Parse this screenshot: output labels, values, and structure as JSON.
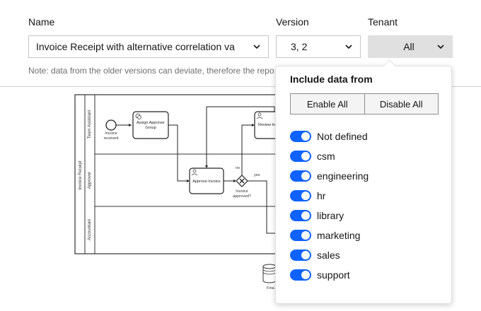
{
  "form": {
    "name_label": "Name",
    "name_value": "Invoice Receipt with alternative correlation va",
    "version_label": "Version",
    "version_value": "3, 2",
    "tenant_label": "Tenant",
    "tenant_value": "All",
    "note": "Note: data from the older versions can deviate, therefore the repo"
  },
  "diagram": {
    "pool_label": "Invoice Receipt",
    "lanes": [
      "Team Assistant",
      "Approver",
      "Accountant"
    ],
    "start_event_label": [
      "Invoice",
      "received"
    ],
    "task_assign": [
      "Assign Approver",
      "Group"
    ],
    "task_approve": "Approve Invoice",
    "task_review": "Review In",
    "gateway_label": [
      "Invoice",
      "approved?"
    ],
    "flow_no": "no",
    "flow_yes": "yes",
    "datastore_label": "Fina"
  },
  "dropdown": {
    "title": "Include data from",
    "enable_all": "Enable All",
    "disable_all": "Disable All",
    "tenants": [
      {
        "label": "Not defined",
        "enabled": true
      },
      {
        "label": "csm",
        "enabled": true
      },
      {
        "label": "engineering",
        "enabled": true
      },
      {
        "label": "hr",
        "enabled": true
      },
      {
        "label": "library",
        "enabled": true
      },
      {
        "label": "marketing",
        "enabled": true
      },
      {
        "label": "sales",
        "enabled": true
      },
      {
        "label": "support",
        "enabled": true
      }
    ]
  },
  "colors": {
    "toggle_on": "#0f62fe",
    "text": "#161616",
    "muted": "#6f6f6f"
  }
}
